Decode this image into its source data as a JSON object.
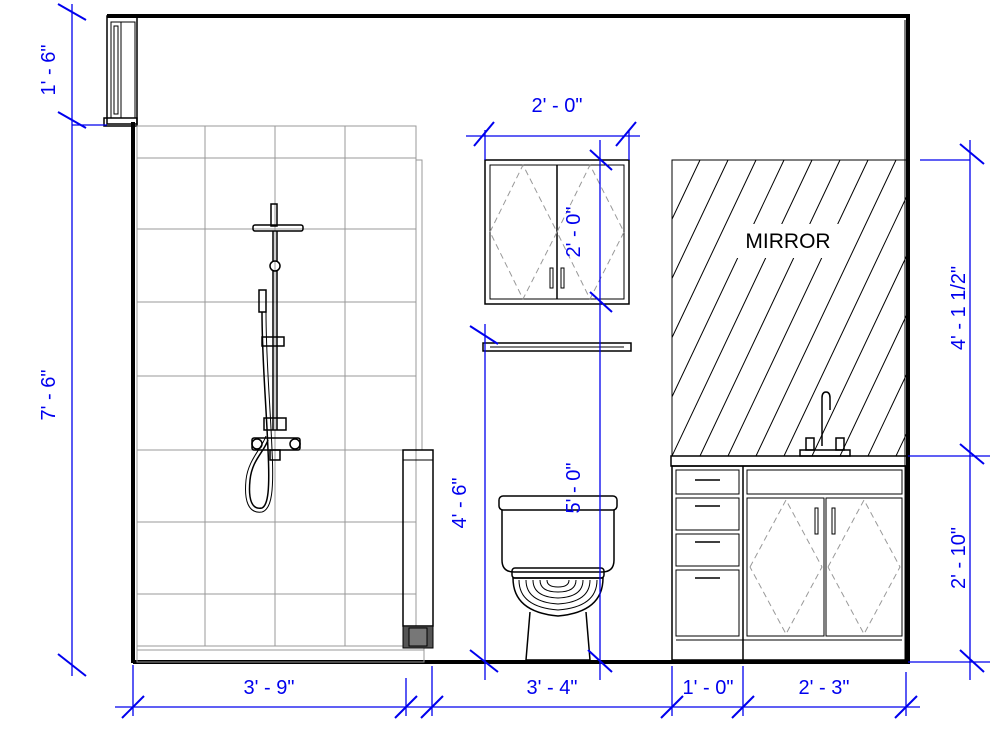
{
  "labels": {
    "mirror": "MIRROR"
  },
  "dimensions": {
    "left_top_height": "1' - 6\"",
    "left_main_height": "7' - 6\"",
    "cabinet_width": "2' - 0\"",
    "cabinet_height": "2' - 0\"",
    "towel_bar_height": "4' - 6\"",
    "cabinet_bottom_height": "5' - 0\"",
    "mirror_height": "4' - 1 1/2\"",
    "vanity_height": "2' - 10\"",
    "shower_width": "3' - 9\"",
    "toilet_zone_width": "3' - 4\"",
    "drawer_width": "1' - 0\"",
    "vanity_door_width": "2' - 3\""
  },
  "colors": {
    "dimension": "#0000ee",
    "line": "#000000",
    "tile": "#999999"
  }
}
